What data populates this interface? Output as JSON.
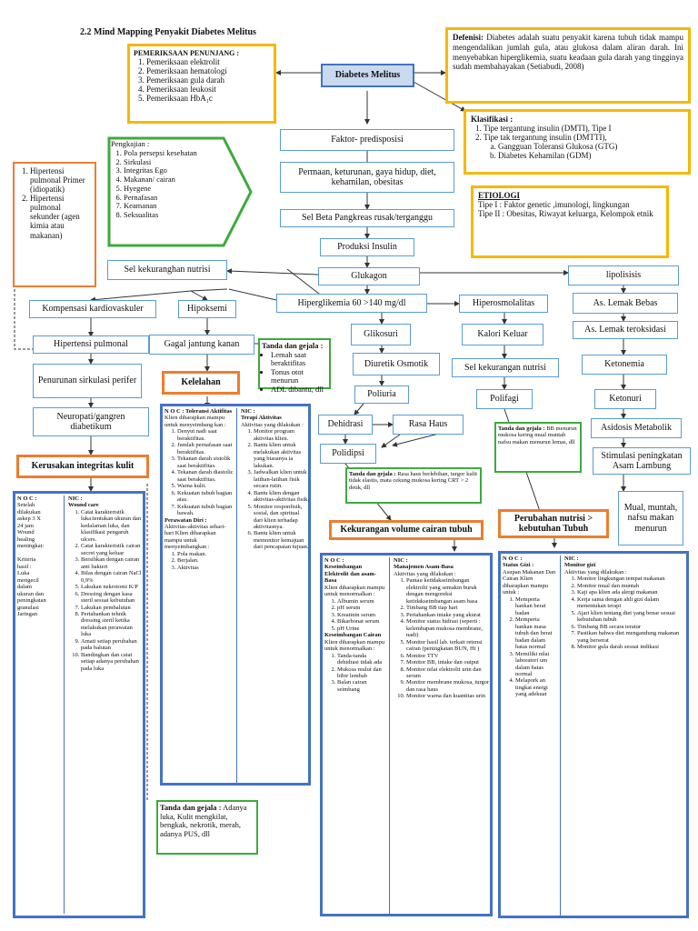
{
  "heading": "2.2  Mind Mapping Penyakit Diabetes Melitus",
  "penunjang": {
    "title": "PEMERIKSAAN PENUNJANG :",
    "items": [
      "Pemeriksaan elektrolit",
      "Pemeriksaan hematologi",
      "Pemeriksaan gula darah",
      "Pemeriksaan leukosit",
      "Pemeriksaan HbA₁c"
    ]
  },
  "center_title": "Diabetes Melitus",
  "definisi": {
    "label": "Defenisi:",
    "text": " Diabetes adalah suatu penyakit karena tubuh tidak mampu mengendalikan jumlah gula, atau glukosa dalam aliran darah. Ini menyebabkan hiperglikemia, suatu keadaan gula darah yang tingginya sudah membahayakan (Setiabudi, 2008)"
  },
  "klasifikasi": {
    "title": "Klasifikasi :",
    "items": [
      "Tipe tergantung insulin (DMTI), Tipe I",
      "Tipe tak tergantung insulin (DMTTI),"
    ],
    "subitems": [
      "Gangguan Toleransi Glukosa (GTG)",
      "Diabetes Kehamilan (GDM)"
    ]
  },
  "etiologi": {
    "title": "ETIOLOGI",
    "line1": "Tipe I :  Faktor genetic ,imunologi, lingkungan",
    "line2": "Tipe  II  :  Obesitas,  Riwayat  keluarga, Kelompok etnik"
  },
  "pengkajian": {
    "title": "Pengkajian :",
    "items": [
      "Pola persepsi kesehatan",
      "Sirkulasi",
      "Integritas Ego",
      "Makanan/ cairan",
      "Hyegene",
      "Pernafasan",
      "Keamanan",
      "Seksualitas"
    ]
  },
  "hipertensi_box": {
    "items": [
      "Hipertensi pulmonal Primer (idiopatik)",
      "Hipertensi pulmonal sekunder (agen kimia atau makanan)"
    ]
  },
  "flow": {
    "faktor": "Faktor- predisposisi",
    "keturunan": "Permaan, keturunan, gaya hidup, diet, kehamilan, obesitas",
    "sel_beta": "Sel Beta Pangkreas rusak/terganggu",
    "produksi": "Produksi Insulin",
    "glukagon": "Glukagon",
    "sel_kekurangan": "Sel kekuranghan nutrisi",
    "lipolisis": "lipolisisis",
    "kompensasi": "Kompensasi kardiovaskuler",
    "hipoksemi": "Hipoksemi",
    "hiperglikemia": "Hiperglikemia 60 >140 mg/dl",
    "hiperosmolalitas": "Hiperosmolalitas",
    "lemak_bebas": "As. Lemak Bebas",
    "lemak_teroks": "As. Lemak teroksidasi",
    "hipertensi_pulmonal": "Hipertensi pulmonal",
    "gagal_jantung": "Gagal jantung kanan",
    "glikosuri": "Glikosuri",
    "kalori": "Kalori Keluar",
    "ketonemia": "Ketonemia",
    "penurunan_sirkulasi": "Penurunan sirkulasi perifer",
    "diuretik": "Diuretik Osmotik",
    "sel_kekurangan_nutrisi": "Sel kekurangan nutrisi",
    "poliuria": "Poliuria",
    "polifagi": "Polifagi",
    "ketonuri": "Ketonuri",
    "neuropati": "Neuropati/gangren diabetikum",
    "dehidrasi": "Dehidrasi",
    "rasa_haus": "Rasa Haus",
    "asidosis": "Asidosis Metabolik",
    "polidipsi": "Polidipsi",
    "stimulasi": "Stimulasi peningkatan Asam Lambung",
    "mual": "Mual, muntah, nafsu makan menurun"
  },
  "kelelahan": "Kelelahan",
  "kerusakan": "Kerusakan integritas kulit",
  "kekurangan_cairan": "Kekurangan volume cairan tubuh",
  "perubahan_nutrisi": "Perubahan nutrisi > kebutuhan Tubuh",
  "tanda_kelelahan": {
    "title": "Tanda dan gejala :",
    "items": [
      "Lemah saat beraktifitas",
      "Tonus otot menurun",
      "ADL dibantu, dll"
    ]
  },
  "tanda_cairan": {
    "title": "Tanda dan gejala :",
    "text": "Rasa haus berlebihan, turgor kulit tidak elastis, mata cekung mukosa kering CRT > 2 detik, dll"
  },
  "tanda_nutrisi": {
    "title": "Tanda dan gejala :",
    "text": "BB menurun mukosa kering mual muntah nafsu makan menurun lemas, dll"
  },
  "tanda_kulit": {
    "title": "Tanda dan gejala :",
    "text": "Adanya luka, Kulit mengkilat, bengkak, nekrotik, merah, adanya PUS, dll"
  },
  "noc_kulit": {
    "title": "N O C :",
    "lines": [
      "Setelah",
      "dilakukan",
      "askep 3 X",
      "24 jam",
      "Wound",
      "healing",
      "meningkat:",
      "",
      "Kriteria",
      "hasil :",
      "Luka",
      "mengecil",
      "dalam",
      "ukuran dan",
      "peningkatan",
      "granulasi",
      "Jaringan"
    ]
  },
  "nic_kulit": {
    "title": "NIC :",
    "subtitle": "Wound care",
    "items": [
      "Catat karakteristik luka:tentukan ukuran dan kedalaman luka, dan klasifikasi pengaruh ulcers.",
      "Catat karakteristik cairan secret yang keluar",
      "Bersihkan dengan cairan anti bakteri",
      "Bilas dengan cairan NaCl 0,9%",
      "Lakukan nekrotomi K/P",
      "Dressing dengan kasa steril sesuai kebutuhan",
      "Lakukan pembalutan",
      "Pertahankan tehnik dressing steril ketika melakukan perawatan luka",
      "Amati setiap perubahan pada balutan",
      "Bandingkan dan catat setiap adanya perubahan pada luka"
    ]
  },
  "noc_kelelahan": {
    "title": "N O C : Toleransi Aktifitas",
    "intro": "Klien diharapkan mampu untuk menyeimbang kan :",
    "items": [
      "Denyut nadi saat beraktifitas.",
      "Jumlah pernafasan saat beraktifitas.",
      "Tekanan darah sistolik saat beraktifitas.",
      "Tekanan darah diastolic saat beraktifitas.",
      "Warna kulit.",
      "Kekuatan tubuh bagian atas.",
      "Kekuatan tubuh bagian bawah."
    ],
    "sub_title": "Perawatan Diri :",
    "sub_intro": "Aktivitas-aktivitas sehari-hari Klien diharapkan mampu untuk menyeimbangkan :",
    "sub_items": [
      "Pola makan.",
      "Berjalan.",
      "Aktivitas"
    ]
  },
  "nic_kelelahan": {
    "title": "NIC :",
    "subtitle": "Terapi Aktivitas",
    "intro": "Aktivitas yang dilakukan :",
    "items": [
      "Monitor program aktivitas klien.",
      "Bantu klien untuk melakukan aktivitas yang biasanya ia lakukan.",
      "Jadwalkan klien untuk latihan-latihan fisik secara rutin.",
      "Bantu klien dengan aktivitas-aktivitas fisik.",
      "Monitor responfisik, sosial, dan spiritual dari klien terhadap aktivitasnya.",
      "Bantu klien untuk memonitor kemajuan dari pencapaian tujuan."
    ]
  },
  "noc_cairan": {
    "title": "N O C :",
    "subtitle": "Keseimbangan Elektrolit dan asam-Basa",
    "intro": "Klien diharapkan mampu untuk menormalkan :",
    "items": [
      "Albumin serum",
      "pH serum",
      "Kreatinin serum",
      "Bikarbonat serum",
      "pH Urine"
    ],
    "sub_title": "Keseimbangan Cairan",
    "sub_intro": "Klien diharapkan mampu untuk menormalkan :",
    "sub_items": [
      "Tanda-tanda dehidrasi tidak ada",
      "Mukosa mulut dan bibir lembab",
      "Balan cairan seimbang"
    ]
  },
  "nic_cairan": {
    "title": "NIC :",
    "subtitle": "Manajemen Asam-Basa",
    "intro": "Aktivitas yang dilakukan :",
    "items": [
      "Pantau ketidakseimbangan elektrolit yang semakin buruk dengan mengoreksi ketidakseimbangan asam basa",
      "Timbang BB tiap hari",
      "Pertahankan intake yang akurat",
      "Monitor status hidrasi (seperti : kelembapan mukosa membrane, nadi)",
      "Monitor hasil lab. terkait retensi cairan (peningkatan BUN, Ht )",
      "Monitor TTV",
      "Monitor BB, intake dan output",
      "Monitor nilai elektrolit urin dan serum",
      "Monitor membrane mukosa, turgor dan rasa haus",
      "Monitor warna dan kuantitas urin"
    ]
  },
  "noc_nutrisi": {
    "title": "N O C :",
    "subtitle": "Status Gizi :",
    "intro": "Asupan Makanan Dan Cairan Klien diharapkan mampu untuk :",
    "items": [
      "Memperta hankan berat badan",
      "Memperta hankan masa tubuh dan berat badan dalam batas normal",
      "Memiliki nilai laboratori um dalam batas normal",
      "Melapork an tingkat energi yang adekuat"
    ]
  },
  "nic_nutrisi": {
    "title": "NIC :",
    "subtitle": "Monitor gizi",
    "intro": "Aktivitas yang dilakukan :",
    "items": [
      "Monitor lingkungan tempat makanan",
      "Monitor mual dan muntah",
      "Kaji apa klien ada alergi makanan",
      "Kerja sama dengan ahli gizi dalam menentukan terapi",
      "Ajari klien tentang diet yang benar sesuai kebutuhan tubuh",
      "Timbang BB secara teratur",
      "Pastikan bahwa diet mengandung makanan yang berserat",
      "Monitor gula darah sesuai indikasi"
    ]
  }
}
